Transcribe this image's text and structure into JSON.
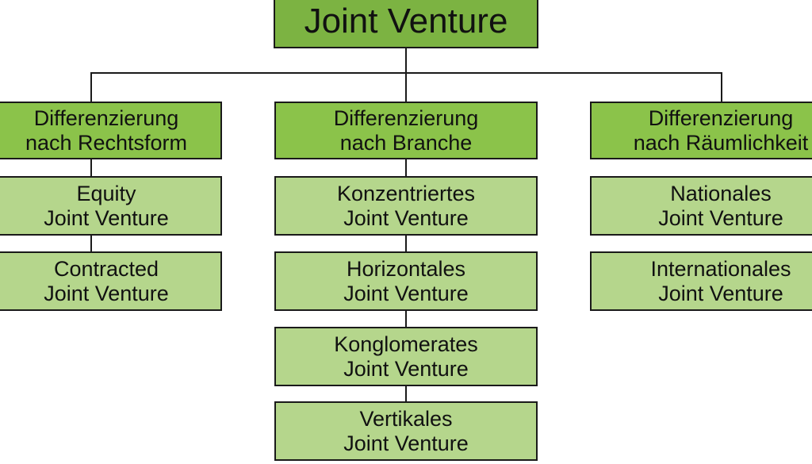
{
  "root": {
    "label": "Joint Venture"
  },
  "categories": [
    {
      "line1": "Differenzierung",
      "line2": "nach Rechtsform",
      "items": [
        {
          "line1": "Equity",
          "line2": "Joint Venture"
        },
        {
          "line1": "Contracted",
          "line2": "Joint Venture"
        }
      ]
    },
    {
      "line1": "Differenzierung",
      "line2": "nach Branche",
      "items": [
        {
          "line1": "Konzentriertes",
          "line2": "Joint Venture"
        },
        {
          "line1": "Horizontales",
          "line2": "Joint Venture"
        },
        {
          "line1": "Konglomerates",
          "line2": "Joint Venture"
        },
        {
          "line1": "Vertikales",
          "line2": "Joint Venture"
        }
      ]
    },
    {
      "line1": "Differenzierung",
      "line2": "nach Räumlichkeit",
      "items": [
        {
          "line1": "Nationales",
          "line2": "Joint Venture"
        },
        {
          "line1": "Internationales",
          "line2": "Joint Venture"
        }
      ]
    }
  ],
  "colors": {
    "root_fill": "#7cb342",
    "category_fill": "#8bc34a",
    "item_fill": "#b5d68c",
    "border": "#1a1a1a"
  }
}
